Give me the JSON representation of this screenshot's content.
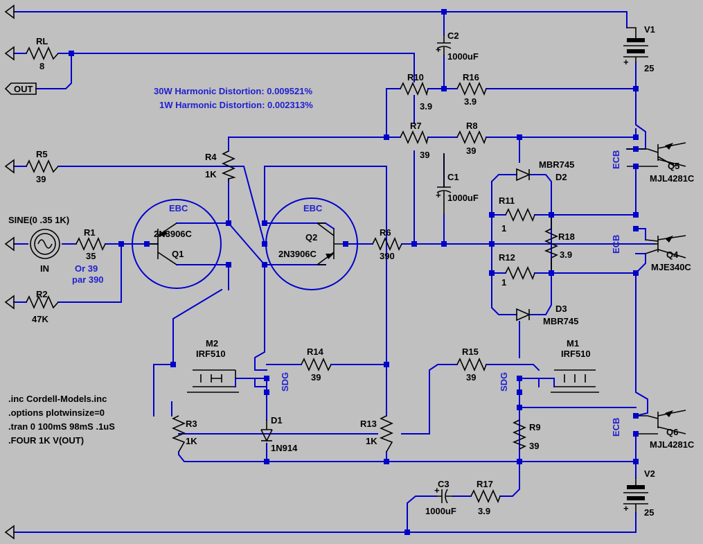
{
  "labels": {
    "rl_name": "RL",
    "rl_value": "8",
    "out_port": "OUT",
    "c2_name": "C2",
    "c2_value": "1000uF",
    "v1_name": "V1",
    "v1_value": "25",
    "r10_name": "R10",
    "r10_value": "3.9",
    "r16_name": "R16",
    "r16_value": "3.9",
    "r7_name": "R7",
    "r7_value": "39",
    "r8_name": "R8",
    "r8_value": "39",
    "r5_name": "R5",
    "r5_value": "39",
    "r4_name": "R4",
    "r4_value": "1K",
    "d2_part": "MBR745",
    "d2_name": "D2",
    "q5_pins": "ECB",
    "q5_name": "Q5",
    "q5_part": "MJL4281C",
    "c1_name": "C1",
    "c1_value": "1000uF",
    "q1_pins": "EBC",
    "q1_part": "2N3906C",
    "q1_name": "Q1",
    "q2_pins": "EBC",
    "q2_name": "Q2",
    "q2_part": "2N3906C",
    "r11_name": "R11",
    "r11_value": "1",
    "r18_name": "R18",
    "r18_value": "3.9",
    "q4_pins": "ECB",
    "q4_name": "Q4",
    "q4_part": "MJE340C",
    "sine_src": "SINE(0 .35 1K)",
    "r1_name": "R1",
    "r1_value": "35",
    "in_name": "IN",
    "r1_note1": "Or 39",
    "r1_note2": "par 390",
    "r6_name": "R6",
    "r6_value": "390",
    "r12_name": "R12",
    "r12_value": "1",
    "d3_name": "D3",
    "d3_part": "MBR745",
    "r2_name": "R2",
    "r2_value": "47K",
    "m2_name": "M2",
    "m2_part": "IRF510",
    "m2_pins": "SDG",
    "r14_name": "R14",
    "r14_value": "39",
    "r15_name": "R15",
    "r15_value": "39",
    "m1_name": "M1",
    "m1_part": "IRF510",
    "m1_pins": "SDG",
    "d1_name": "D1",
    "d1_part": "1N914",
    "r3_name": "R3",
    "r3_value": "1K",
    "r13_name": "R13",
    "r13_value": "1K",
    "r9_name": "R9",
    "r9_value": "39",
    "q6_pins": "ECB",
    "q6_name": "Q6",
    "q6_part": "MJL4281C",
    "v2_name": "V2",
    "v2_value": "25",
    "c3_name": "C3",
    "c3_value": "1000uF",
    "r17_name": "R17",
    "r17_value": "3.9"
  },
  "notes": {
    "distortion_30w": "30W Harmonic Distortion: 0.009521%",
    "distortion_1w": "1W Harmonic Distortion: 0.002313%"
  },
  "directives": {
    "line1": ".inc Cordell-Models.inc",
    "line2": ".options plotwinsize=0",
    "line3": ".tran 0 100mS 98mS .1uS",
    "line4": ".FOUR 1K V(OUT)"
  },
  "polarity": {
    "plus": "+"
  }
}
